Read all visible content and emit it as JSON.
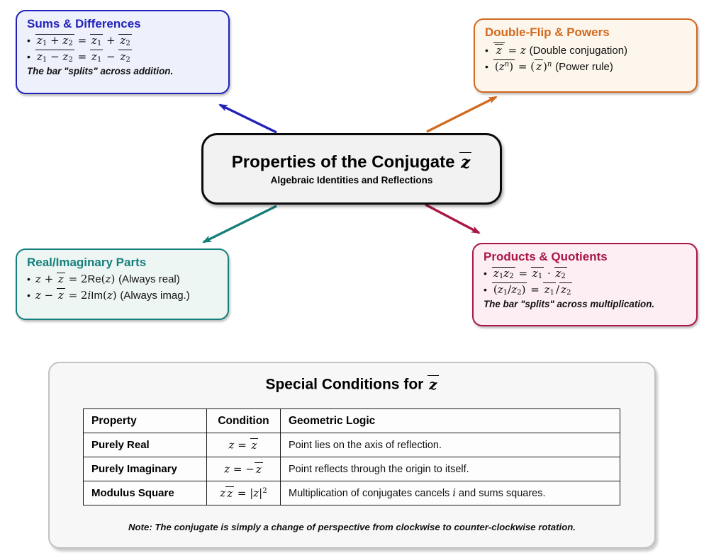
{
  "ui": {
    "bullet": "•"
  },
  "center": {
    "title": "Properties of the Conjugate",
    "title_math_html": "<span class='ol'><i>z</i></span>",
    "subtitle": "Algebraic Identities and Reflections",
    "border_color": "#0a0a0a",
    "bg_color": "#f2f2f2"
  },
  "nodes": [
    {
      "id": "sums-differences",
      "title": "Sums & Differences",
      "items_html": [
        "<span class='ol'><i>z</i><sub>1</sub> + <i>z</i><sub>2</sub></span> = <span class='ol'><i>z</i><sub>1</sub></span> + <span class='ol'><i>z</i><sub>2</sub></span>",
        "<span class='ol'><i>z</i><sub>1</sub> − <i>z</i><sub>2</sub></span> = <span class='ol'><i>z</i><sub>1</sub></span> − <span class='ol'><i>z</i><sub>2</sub></span>"
      ],
      "footnote": "The bar \"splits\" across addition.",
      "border_color": "#2222bb",
      "bg_color": "#eef0fb",
      "title_color": "#2222bb"
    },
    {
      "id": "double-flip-powers",
      "title": "Double-Flip & Powers",
      "items_html": [
        "<span class='ol'><span class='ol'><i>z</i></span></span> = <i>z</i> <span class='t'>(Double conjugation)</span>",
        "<span class='ol'>(<i>z</i><sup><i>n</i></sup>)</span> = (<span class='ol'><i>z</i></span>)<sup><i>n</i></sup> <span class='t'>(Power rule)</span>"
      ],
      "border_color": "#d2691e",
      "bg_color": "#fdf6ec",
      "title_color": "#d2691e"
    },
    {
      "id": "real-imaginary-parts",
      "title": "Real/Imaginary Parts",
      "items_html": [
        "<i>z</i> + <span class='ol'><i>z</i></span> = 2<span class='t'>Re</span>(<i>z</i>) <span class='t'>(Always real)</span>",
        "<i>z</i> − <span class='ol'><i>z</i></span> = 2<i>i</i><span class='t'>Im</span>(<i>z</i>) <span class='t'>(Always imag.)</span>"
      ],
      "border_color": "#157f7b",
      "bg_color": "#eef6f4",
      "title_color": "#157f7b"
    },
    {
      "id": "products-quotients",
      "title": "Products & Quotients",
      "items_html": [
        "<span class='ol'><i>z</i><sub>1</sub><i>z</i><sub>2</sub></span> = <span class='ol'><i>z</i><sub>1</sub></span> · <span class='ol'><i>z</i><sub>2</sub></span>",
        "<span class='ol'>(<i>z</i><sub>1</sub>/<i>z</i><sub>2</sub>)</span> = <span class='ol'><i>z</i><sub>1</sub></span>/<span class='ol'><i>z</i><sub>2</sub></span>"
      ],
      "footnote": "The bar \"splits\" across multiplication.",
      "border_color": "#aa1745",
      "bg_color": "#fceef3",
      "title_color": "#aa1745"
    }
  ],
  "arrows": [
    {
      "target": "sums-differences",
      "color": "#2222bb"
    },
    {
      "target": "double-flip-powers",
      "color": "#d2691e"
    },
    {
      "target": "real-imaginary-parts",
      "color": "#157f7b"
    },
    {
      "target": "products-quotients",
      "color": "#aa1745"
    }
  ],
  "panel": {
    "title": "Special Conditions for",
    "title_math_html": "<span class='ol'><i>z</i></span>",
    "table": {
      "headers": [
        "Property",
        "Condition",
        "Geometric Logic"
      ],
      "rows": [
        {
          "property": "Purely Real",
          "condition_html": "<i>z</i> = <span class='ol'><i>z</i></span>",
          "logic_html": "Point lies on the axis of reflection."
        },
        {
          "property": "Purely Imaginary",
          "condition_html": "<i>z</i> = −<span class='ol'><i>z</i></span>",
          "logic_html": "Point reflects through the origin to itself."
        },
        {
          "property": "Modulus Square",
          "condition_html": "<i>z</i><span class='ol'><i>z</i></span> = |<i>z</i>|<sup>2</sup>",
          "logic_html": "Multiplication of conjugates cancels <i class='mi'>i</i> and sums squares."
        }
      ]
    },
    "note": "Note: The conjugate is simply a change of perspective from clockwise to counter-clockwise rotation.",
    "border_color": "#c2c2c2",
    "bg_color": "#f7f7f7"
  }
}
